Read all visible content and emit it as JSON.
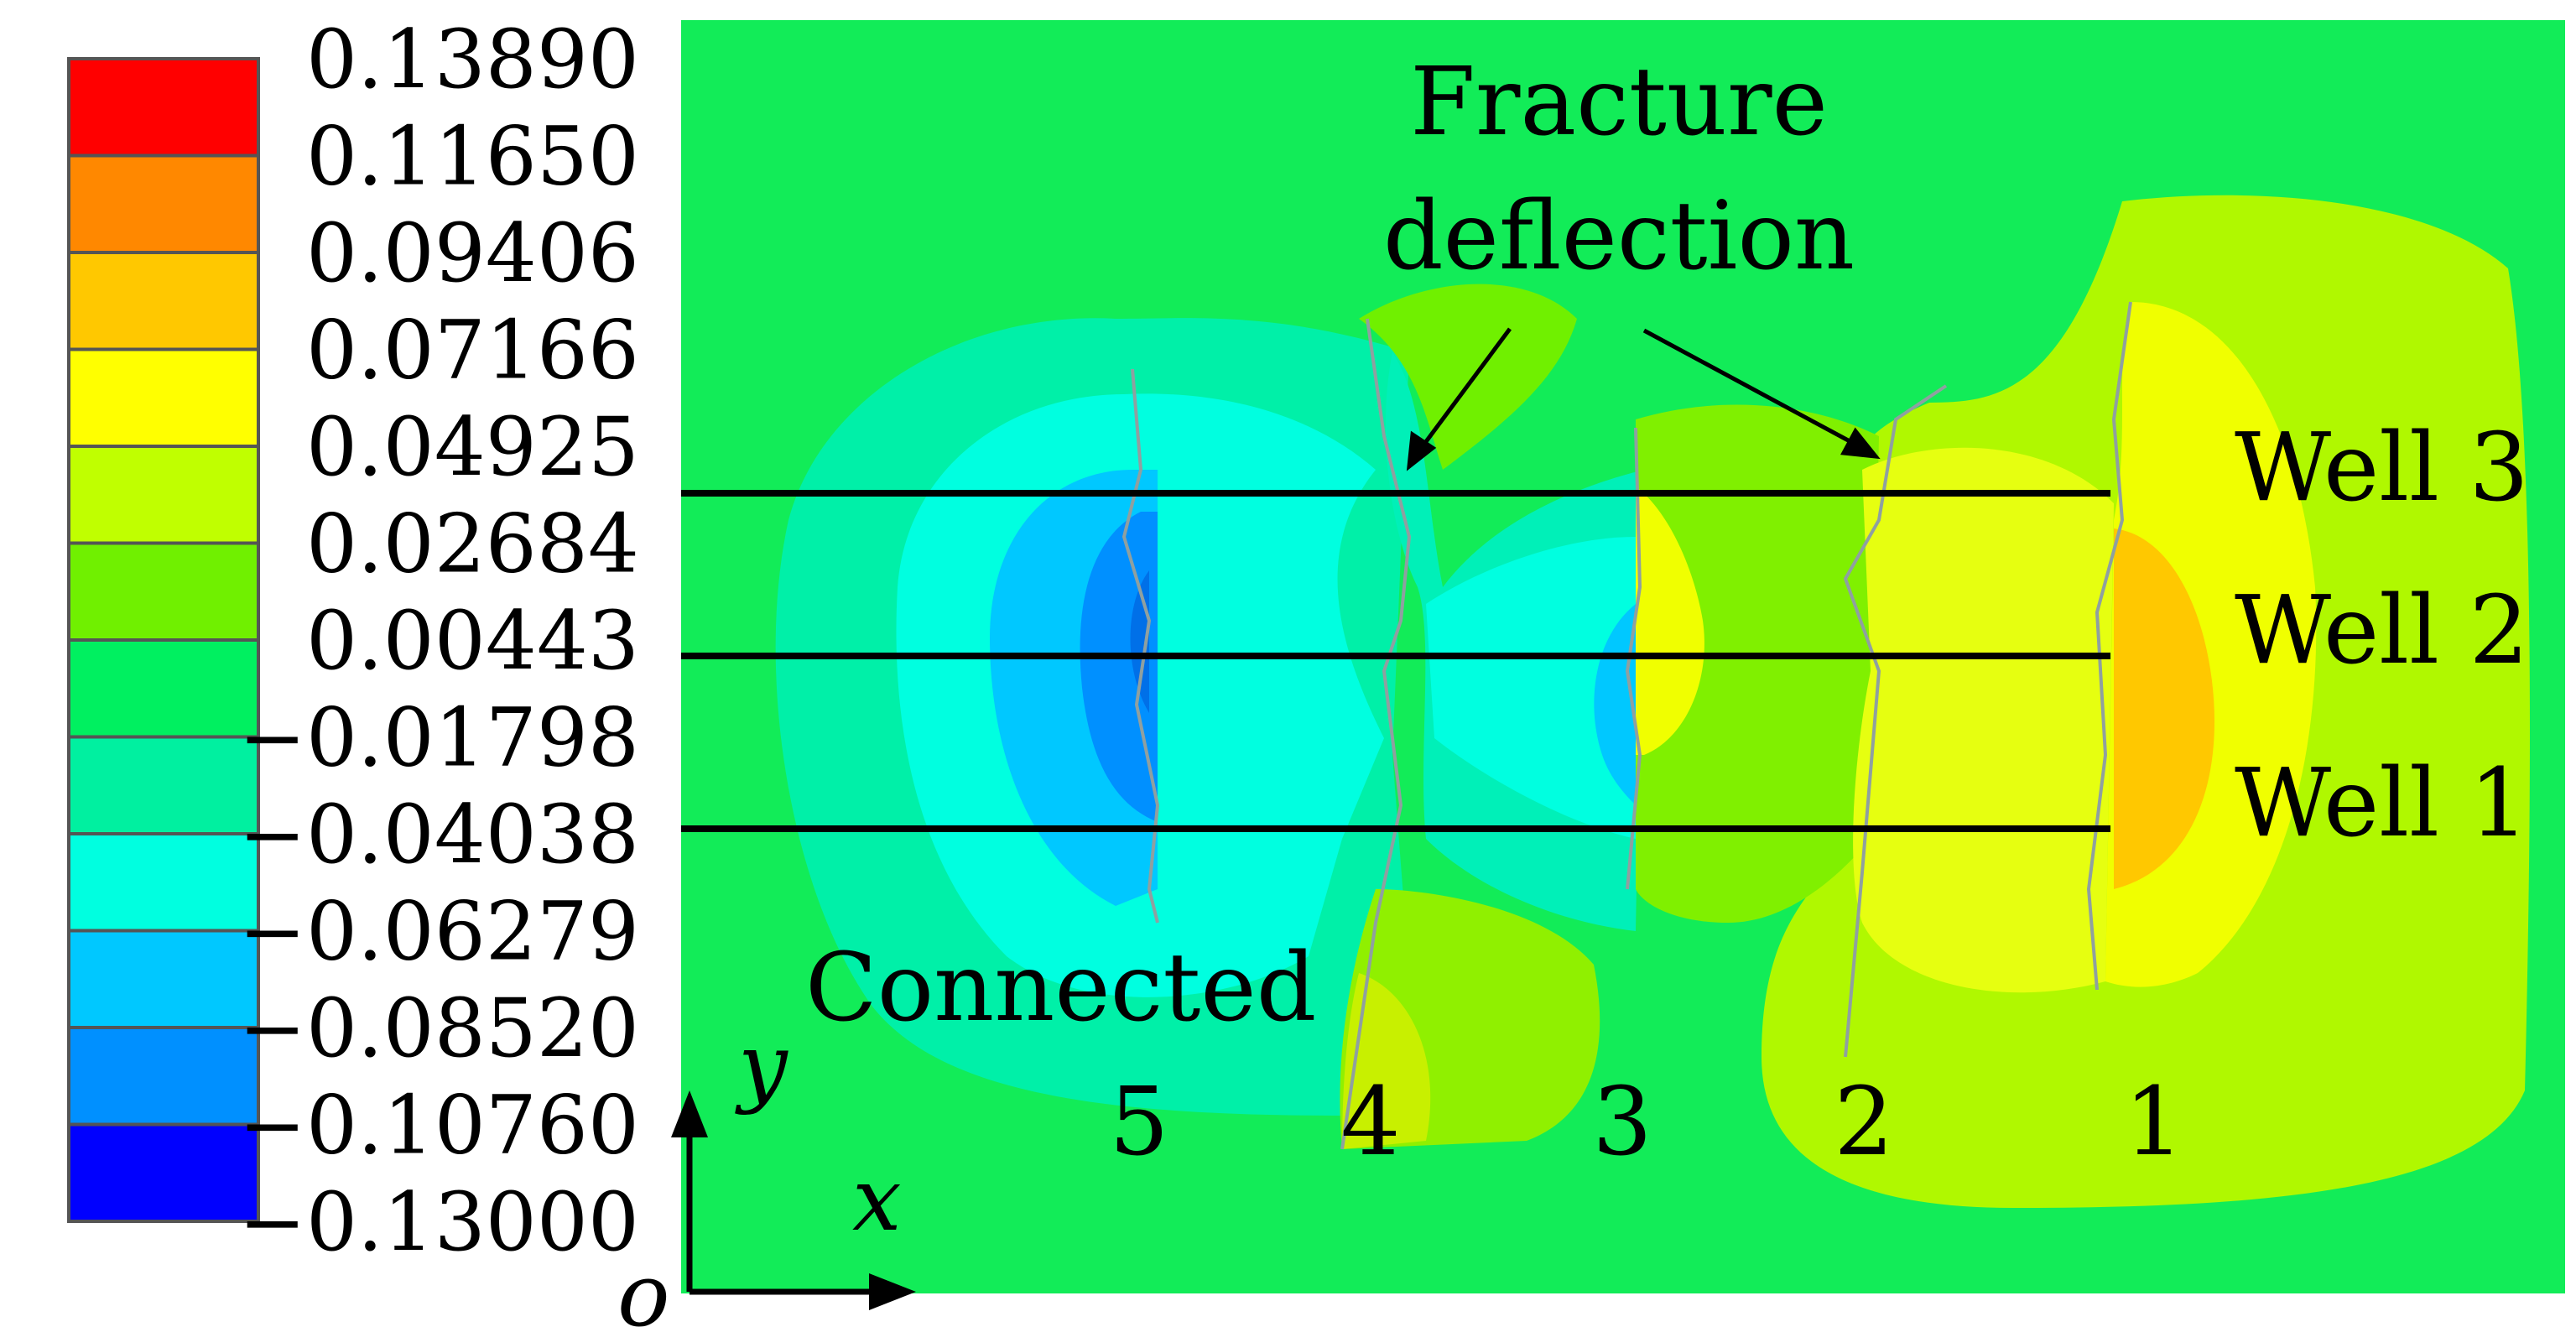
{
  "legend": {
    "values": [
      "0.13890",
      "0.11650",
      "0.09406",
      "0.07166",
      "0.04925",
      "0.02684",
      "0.00443",
      "−0.01798",
      "−0.04038",
      "−0.06279",
      "−0.08520",
      "−0.10760",
      "−0.13000"
    ],
    "colors": [
      "#ff0000",
      "#ff8800",
      "#ffc800",
      "#ffff00",
      "#c0ff00",
      "#70f000",
      "#00f060",
      "#00f0a0",
      "#00ffe0",
      "#00c8ff",
      "#0090ff",
      "#0000ff"
    ]
  },
  "annotations": {
    "fracture_deflection": [
      "Fracture",
      "deflection"
    ],
    "connected": "Connected",
    "wells": [
      "Well 3",
      "Well 2",
      "Well 1"
    ],
    "fracture_numbers": [
      "5",
      "4",
      "3",
      "2",
      "1"
    ]
  },
  "axes": {
    "x": "x",
    "y": "y",
    "origin": "o"
  },
  "colors": {
    "background_field": "#11ee55",
    "well_line": "#000000",
    "text": "#000000"
  }
}
